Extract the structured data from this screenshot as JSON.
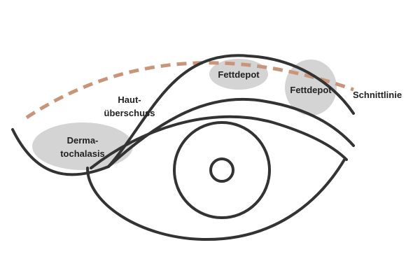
{
  "diagram": {
    "labels": {
      "haut_line1": "Haut-",
      "haut_line2": "überschuss",
      "dermato_line1": "Derma-",
      "dermato_line2": "tochalasis",
      "fettdepot_left": "Fettdepot",
      "fettdepot_right": "Fettdepot",
      "schnittlinie": "Schnittlinie"
    },
    "colors": {
      "outline": "#333333",
      "fat_fill": "#d4d4d4",
      "cut_line": "#c9957a",
      "label": "#222222"
    }
  }
}
